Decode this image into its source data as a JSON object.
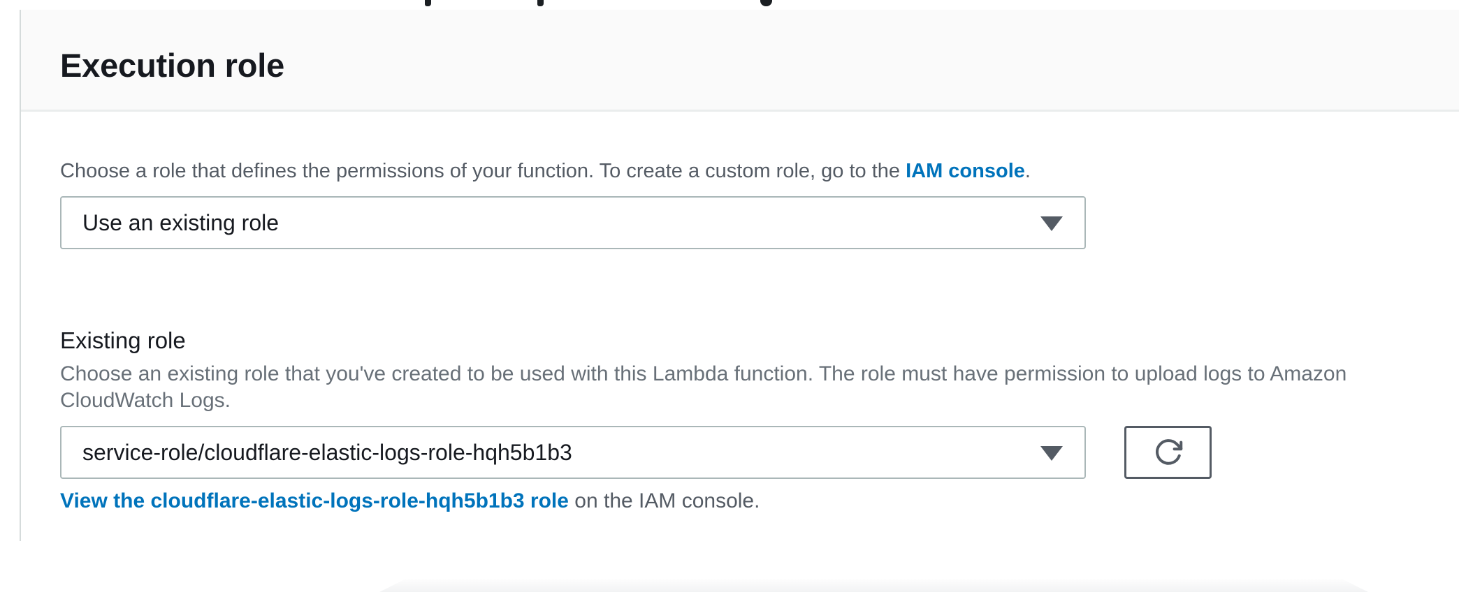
{
  "panel": {
    "title": "Execution role"
  },
  "role_source": {
    "help_text": "Choose a role that defines the permissions of your function. To create a custom role, go to the ",
    "help_link_label": "IAM console",
    "help_suffix": ".",
    "select_value": "Use an existing role"
  },
  "existing_role": {
    "label": "Existing role",
    "description": "Choose an existing role that you've created to be used with this Lambda function. The role must have permission to upload logs to Amazon CloudWatch Logs.",
    "select_value": "service-role/cloudflare-elastic-logs-role-hqh5b1b3",
    "view_link_label": "View the cloudflare-elastic-logs-role-hqh5b1b3 role",
    "view_suffix": " on the IAM console."
  },
  "icons": {
    "dropdown_caret": "chevron-down-icon",
    "refresh": "refresh-icon"
  },
  "colors": {
    "link_blue": "#0073bb",
    "heading_text": "#16191f",
    "body_text_gray": "#545b64",
    "description_gray": "#687078",
    "select_border": "#aab7b8",
    "button_border": "#545b64",
    "header_background": "#fafafa",
    "header_divider": "#eaeded",
    "left_rule": "#d5dbdb"
  }
}
